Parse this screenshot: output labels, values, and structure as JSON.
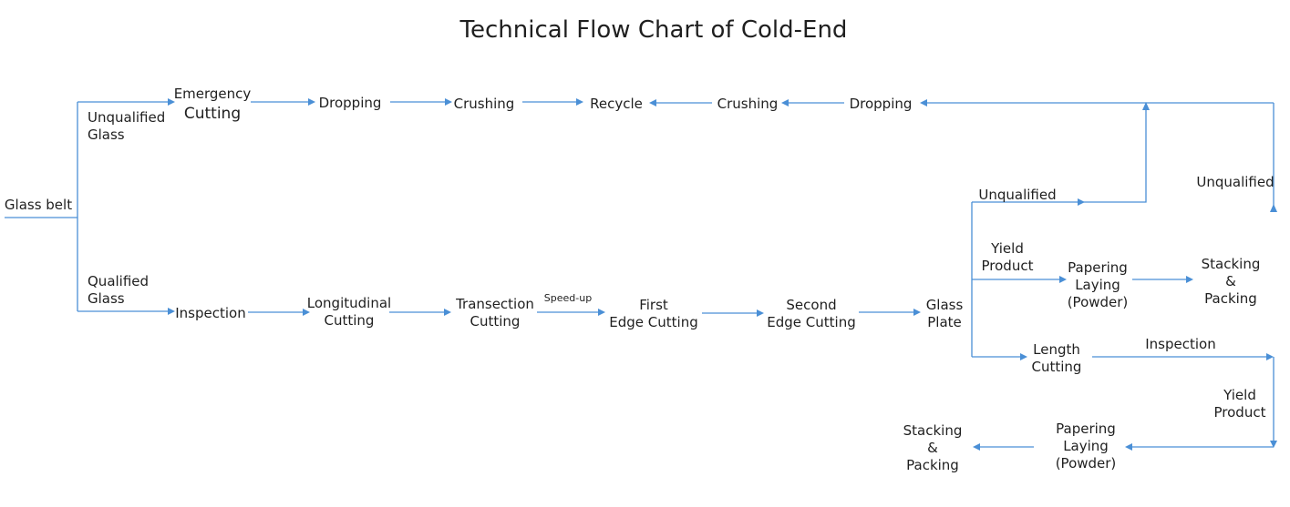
{
  "diagram": {
    "title": "Technical Flow Chart of Cold-End",
    "colors": {
      "line": "#4a8fd6",
      "text": "#1f1f1f",
      "background": "#ffffff"
    },
    "labels": {
      "glass_belt": "Glass belt",
      "unqualified_glass": [
        "Unqualified",
        "Glass"
      ],
      "qualified_glass": [
        "Qualified",
        "Glass"
      ],
      "emergency_cutting": [
        "Emergency",
        "Cutting"
      ],
      "dropping_left": "Dropping",
      "crushing_left": "Crushing",
      "recycle": "Recycle",
      "crushing_right": "Crushing",
      "dropping_right": "Dropping",
      "inspection_left": "Inspection",
      "longitudinal_cutting": [
        "Longitudinal",
        "Cutting"
      ],
      "transection_cutting": [
        "Transection",
        "Cutting"
      ],
      "speed_up": "Speed-up",
      "first_edge_cutting": [
        "First",
        "Edge Cutting"
      ],
      "second_edge_cutting": [
        "Second",
        "Edge Cutting"
      ],
      "glass_plate": [
        "Glass",
        "Plate"
      ],
      "unqualified_branch": "Unqualified",
      "unqualified_right": "Unqualified",
      "yield_product_upper": [
        "Yield",
        "Product"
      ],
      "papering_upper": [
        "Papering",
        "Laying",
        "(Powder)"
      ],
      "stacking_upper": [
        "Stacking",
        "&",
        "Packing"
      ],
      "length_cutting": [
        "Length",
        "Cutting"
      ],
      "inspection_right": "Inspection",
      "yield_product_lower": [
        "Yield",
        "Product"
      ],
      "papering_lower": [
        "Papering",
        "Laying",
        "(Powder)"
      ],
      "stacking_lower": [
        "Stacking",
        "&",
        "Packing"
      ]
    }
  }
}
